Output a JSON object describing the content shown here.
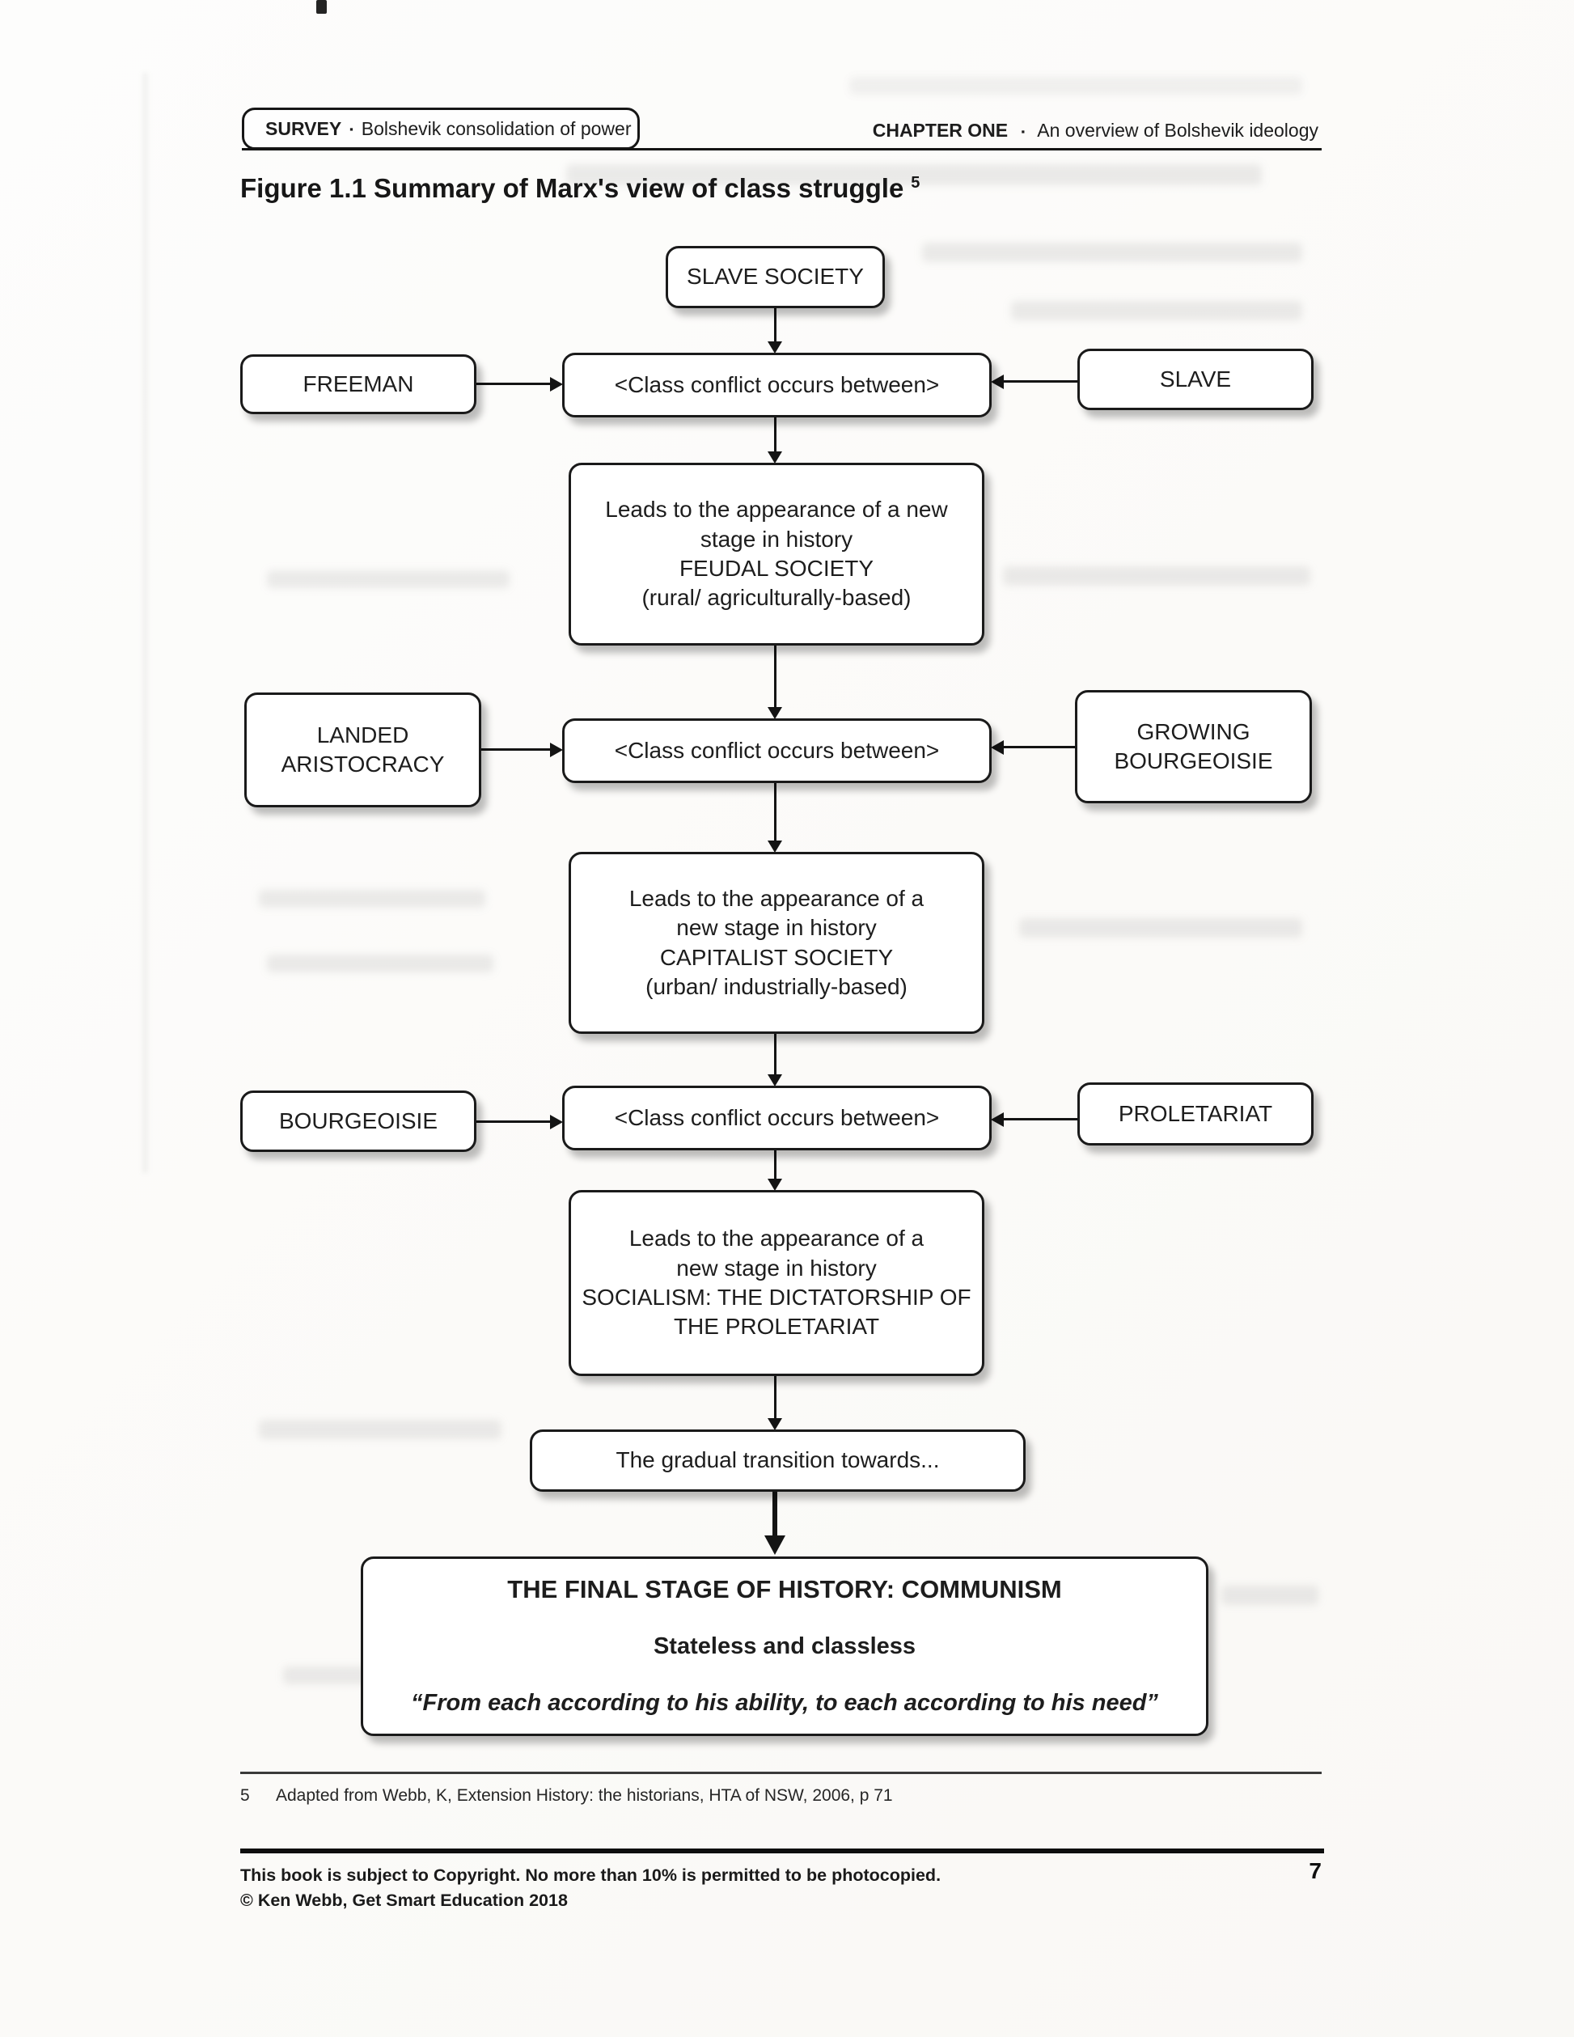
{
  "page": {
    "header": {
      "survey_label": "SURVEY",
      "survey_text": "Bolshevik consolidation of power",
      "chapter_label": "CHAPTER ONE",
      "chapter_text": "An overview of Bolshevik ideology",
      "separator": "▪"
    },
    "figure_title": "Figure 1.1 Summary of Marx's view of class struggle",
    "figure_title_ref": "5",
    "footnote": {
      "marker": "5",
      "text": "Adapted from Webb, K, Extension History: the historians, HTA of NSW, 2006, p 71"
    },
    "footer": {
      "copyright_line1": "This book is subject to Copyright. No more than 10% is permitted to be photocopied.",
      "copyright_line2": "© Ken Webb, Get Smart Education 2018",
      "page_number": "7"
    }
  },
  "flowchart": {
    "conflict_label": "<Class conflict occurs between>",
    "stage_slave": {
      "name": "SLAVE SOCIETY"
    },
    "row1": {
      "left": "FREEMAN",
      "right": "SLAVE"
    },
    "stage_feudal": {
      "lead_in": "Leads to the appearance of a new stage in history",
      "name": "FEUDAL SOCIETY",
      "qualifier": "(rural/ agriculturally-based)"
    },
    "row2": {
      "left": "LANDED ARISTOCRACY",
      "right": "GROWING BOURGEOISIE"
    },
    "stage_capitalist": {
      "lead_in": "Leads to the appearance of a new stage in history",
      "name": "CAPITALIST SOCIETY",
      "qualifier": "(urban/ industrially-based)"
    },
    "row3": {
      "left": "BOURGEOISIE",
      "right": "PROLETARIAT"
    },
    "stage_socialism": {
      "lead_in": "Leads to the appearance of a new stage in history",
      "name": "SOCIALISM: THE DICTATORSHIP OF THE PROLETARIAT"
    },
    "transition": {
      "label": "The gradual transition towards..."
    },
    "final": {
      "title": "THE FINAL STAGE OF HISTORY: COMMUNISM",
      "subtitle": "Stateless and classless",
      "quote": "“From each according to his ability, to each according to his need”"
    }
  }
}
